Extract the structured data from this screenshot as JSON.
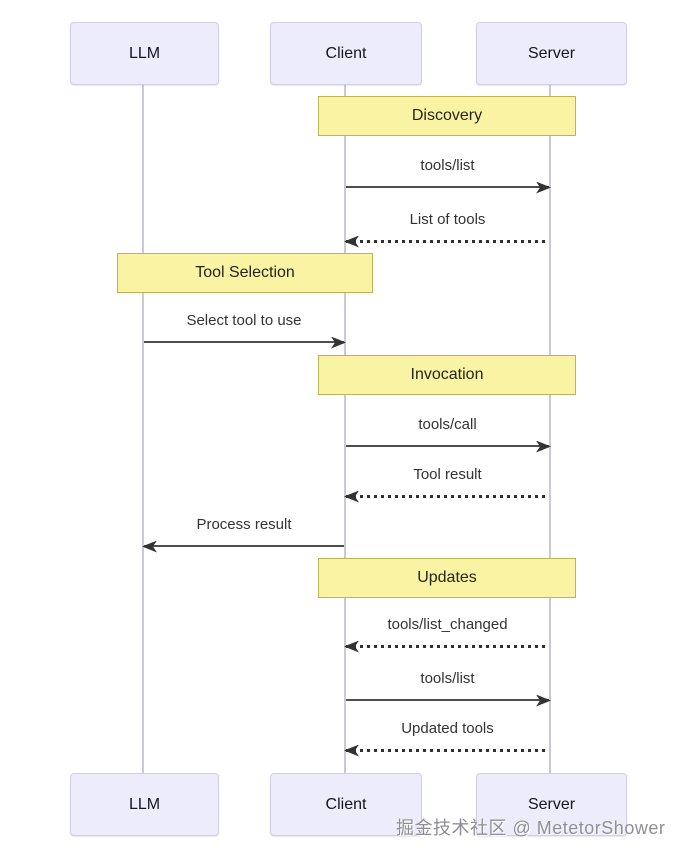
{
  "diagram": {
    "type": "sequence",
    "participants": [
      {
        "id": "llm",
        "label": "LLM"
      },
      {
        "id": "client",
        "label": "Client"
      },
      {
        "id": "server",
        "label": "Server"
      }
    ],
    "notes": [
      {
        "label": "Discovery",
        "over": [
          "client",
          "server"
        ]
      },
      {
        "label": "Tool Selection",
        "over": [
          "llm",
          "client"
        ]
      },
      {
        "label": "Invocation",
        "over": [
          "client",
          "server"
        ]
      },
      {
        "label": "Updates",
        "over": [
          "client",
          "server"
        ]
      }
    ],
    "messages": [
      {
        "label": "tools/list",
        "from": "client",
        "to": "server",
        "style": "solid"
      },
      {
        "label": "List of tools",
        "from": "server",
        "to": "client",
        "style": "dotted"
      },
      {
        "label": "Select tool to use",
        "from": "llm",
        "to": "client",
        "style": "solid"
      },
      {
        "label": "tools/call",
        "from": "client",
        "to": "server",
        "style": "solid"
      },
      {
        "label": "Tool result",
        "from": "server",
        "to": "client",
        "style": "dotted"
      },
      {
        "label": "Process result",
        "from": "client",
        "to": "llm",
        "style": "solid"
      },
      {
        "label": "tools/list_changed",
        "from": "server",
        "to": "client",
        "style": "dotted"
      },
      {
        "label": "tools/list",
        "from": "client",
        "to": "server",
        "style": "solid"
      },
      {
        "label": "Updated tools",
        "from": "server",
        "to": "client",
        "style": "dotted"
      }
    ],
    "colors": {
      "participant_fill": "#ececfb",
      "participant_border": "#cfcfe6",
      "note_fill": "#fbf3a4",
      "note_border": "#bdb45a",
      "lifeline": "#c9c9da",
      "arrow": "#4d4d4d"
    },
    "watermark": "掘金技术社区 @ MetetorShower"
  }
}
